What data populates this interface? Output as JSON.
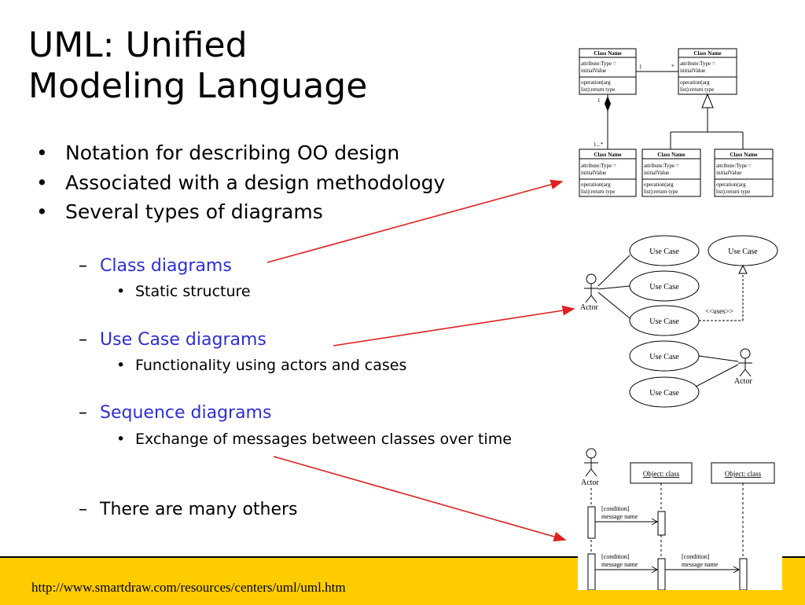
{
  "slide": {
    "title_line1": "UML: Unified",
    "title_line2": "Modeling Language",
    "bullet_marker": "•",
    "dash_marker": "–",
    "bullets": [
      "Notation for describing OO design",
      "Associated with a design methodology",
      "Several types of diagrams"
    ],
    "subitems": [
      {
        "label": "Class diagrams",
        "detail": "Static structure"
      },
      {
        "label": "Use Case diagrams",
        "detail": "Functionality using actors and cases"
      },
      {
        "label": "Sequence diagrams",
        "detail": "Exchange of messages between classes over time"
      },
      {
        "label": "There are many others"
      }
    ],
    "footer_url": "http://www.smartdraw.com/resources/centers/uml/uml.htm"
  },
  "class_diagram": {
    "class_name": "Class Name",
    "attr_line1": "attribute:Type =",
    "attr_line2": "initialValue",
    "op_line1": "operation(arg",
    "op_line2": "list):return type",
    "mult_one": "1",
    "mult_many": "*",
    "mult_one_to_many": "1...*"
  },
  "use_case_diagram": {
    "use_case": "Use Case",
    "actor": "Actor",
    "uses": "<<uses>>"
  },
  "sequence_diagram": {
    "actor": "Actor",
    "object_class": "Object: class",
    "condition": "[condition]",
    "message_name": "message name"
  },
  "colors": {
    "accent_blue": "#2e2ed6",
    "arrow_red": "#e02020",
    "footer_yellow": "#ffcc00"
  }
}
